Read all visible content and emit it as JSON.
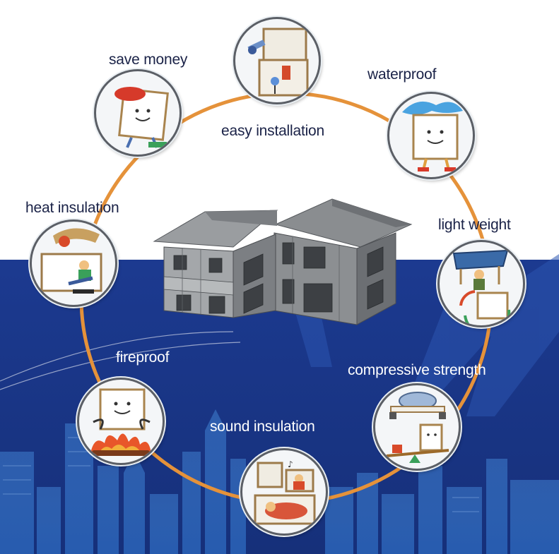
{
  "features": [
    {
      "id": "easy-installation",
      "label": "easy installation",
      "icon": "wall-panel-drill-icon"
    },
    {
      "id": "save-money",
      "label": "save money",
      "icon": "smiling-panel-money-icon"
    },
    {
      "id": "waterproof",
      "label": "waterproof",
      "icon": "smiling-panel-water-splash-icon"
    },
    {
      "id": "heat-insulation",
      "label": "heat insulation",
      "icon": "panel-sun-shade-icon"
    },
    {
      "id": "light-weight",
      "label": "light weight",
      "icon": "panel-carry-rotate-icon"
    },
    {
      "id": "fireproof",
      "label": "fireproof",
      "icon": "smiling-panel-over-fire-icon"
    },
    {
      "id": "compressive-strength",
      "label": "compressive strength",
      "icon": "panel-load-balance-icon"
    },
    {
      "id": "sound-insulation",
      "label": "sound insulation",
      "icon": "panel-sleeping-quiet-icon"
    }
  ],
  "center": {
    "icon": "gray-two-story-house-icon"
  },
  "colors": {
    "ring": "#e5923a",
    "sky_blue": "#1b3c93",
    "panel_white": "#ffffff",
    "node_border": "#5b5f66",
    "label_dark": "#1a2247",
    "label_light": "#ffffff"
  }
}
